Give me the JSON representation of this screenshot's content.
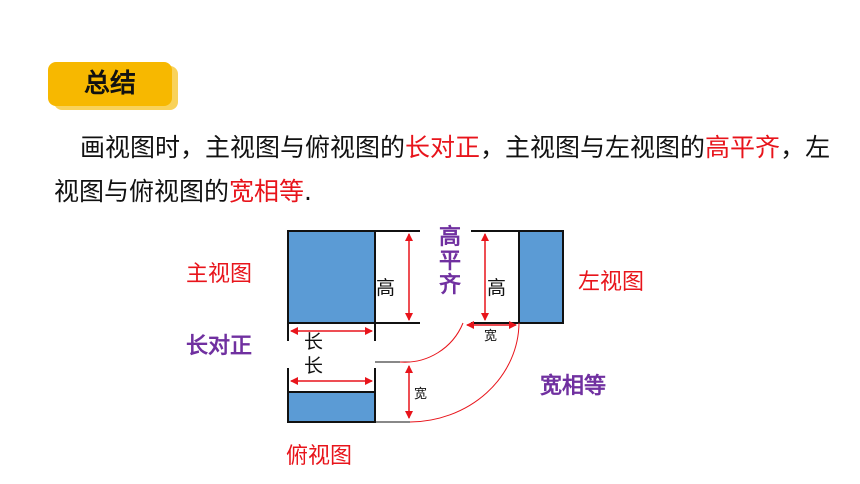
{
  "badge": {
    "title": "总结"
  },
  "summary": {
    "parts": [
      {
        "text": "画视图时，主视图与俯视图的",
        "highlight": false
      },
      {
        "text": "长对正",
        "highlight": true
      },
      {
        "text": "，主视图与左视图的",
        "highlight": false
      },
      {
        "text": "高平齐",
        "highlight": true
      },
      {
        "text": "，左视图与俯视图的",
        "highlight": false
      },
      {
        "text": "宽相等",
        "highlight": true
      },
      {
        "text": ".",
        "highlight": false
      }
    ]
  },
  "diagram": {
    "front_view_label": "主视图",
    "left_view_label": "左视图",
    "top_view_label": "俯视图",
    "rule_length": "长对正",
    "rule_height": "高平齐",
    "rule_width": "宽相等",
    "dim_height": "高",
    "dim_length": "长",
    "dim_width": "宽"
  },
  "colors": {
    "accent_fill": "#5b9bd5",
    "highlight": "#e8141b",
    "rule_text": "#7030a0",
    "badge": "#f7b800"
  }
}
